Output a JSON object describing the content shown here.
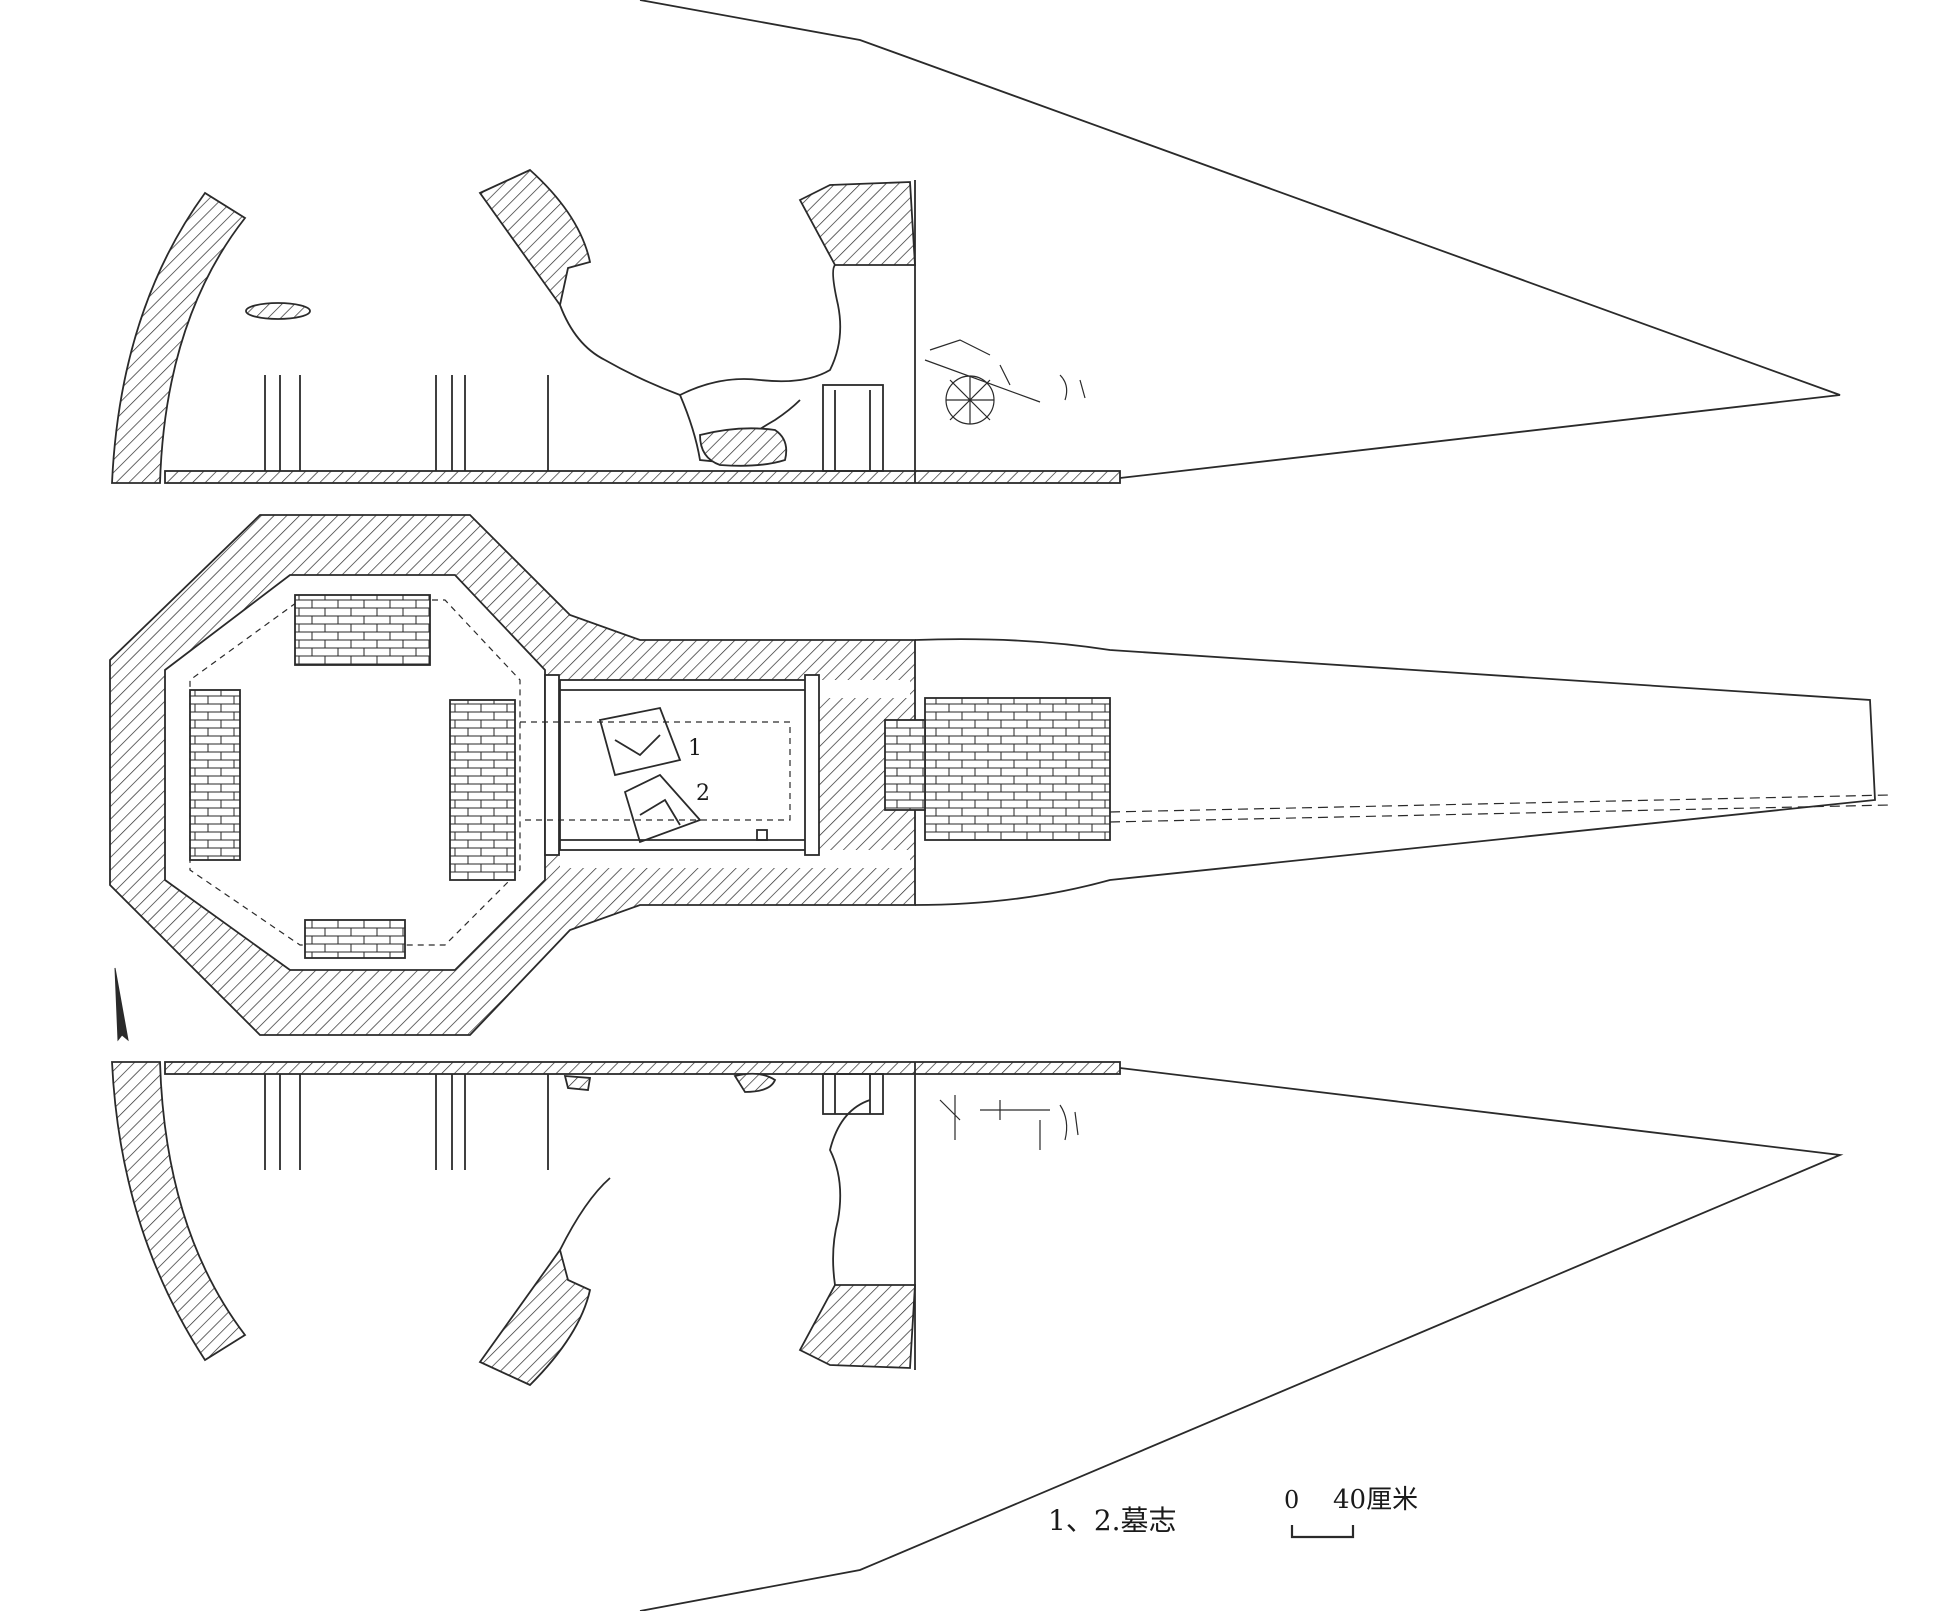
{
  "labels": {
    "find_1": "1",
    "find_2": "2",
    "caption": "1、2.墓志",
    "scale_zero": "0",
    "scale_value": "40厘米"
  },
  "colors": {
    "ink": "#2a2a2a",
    "hatch": "#2a2a2a",
    "background": "#ffffff"
  },
  "views": [
    "longitudinal-section-upper",
    "plan-view",
    "longitudinal-section-lower"
  ]
}
